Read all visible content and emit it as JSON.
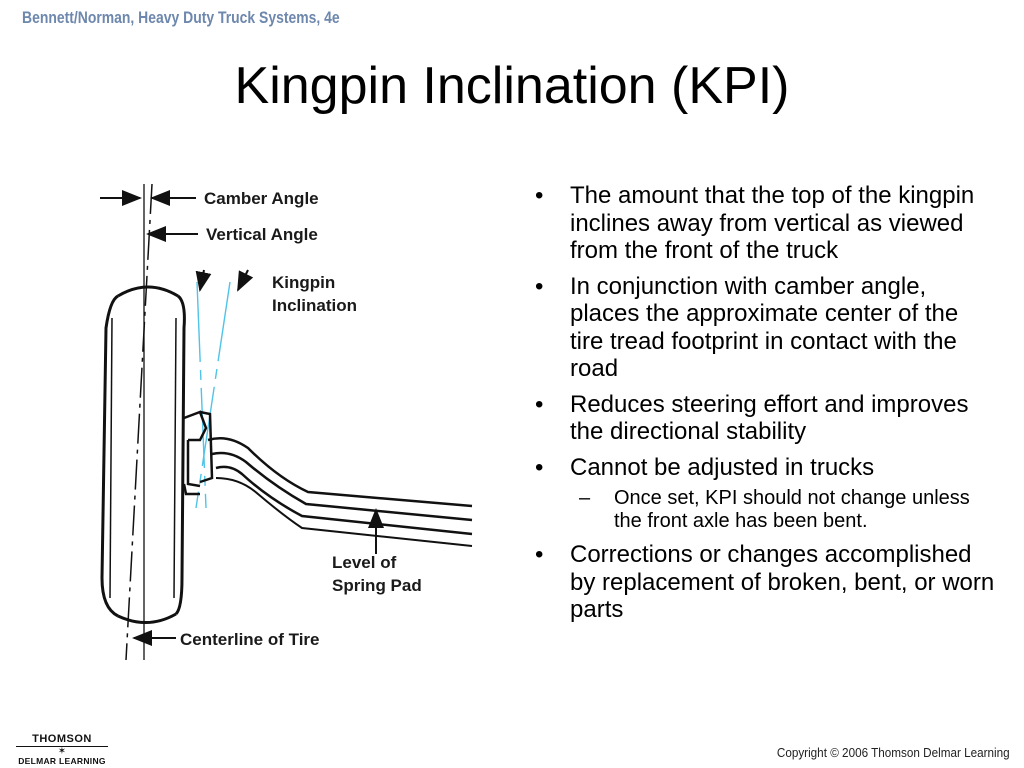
{
  "header": {
    "text": "Bennett/Norman, Heavy Duty Truck Systems, 4e"
  },
  "title": "Kingpin Inclination (KPI)",
  "diagram": {
    "labels": {
      "camber": "Camber Angle",
      "vertical": "Vertical Angle",
      "kpi_line1": "Kingpin",
      "kpi_line2": "Inclination",
      "level_line1": "Level of",
      "level_line2": "Spring Pad",
      "centerline": "Centerline of Tire"
    },
    "colors": {
      "kingpin_lines": "#4fc3e8",
      "ink": "#111111"
    }
  },
  "bullets": [
    {
      "text": "The amount that the top of the kingpin inclines away from vertical as viewed from the front of the truck"
    },
    {
      "text": "In conjunction with camber angle, places the approximate center of the tire tread footprint in contact with the road"
    },
    {
      "text": "Reduces steering effort and improves the directional stability"
    },
    {
      "text": "Cannot be adjusted in trucks",
      "sub": "Once set, KPI should not change unless the front axle has been bent."
    },
    {
      "text": "Corrections or changes accomplished by replacement of broken, bent, or worn parts"
    }
  ],
  "footer": {
    "logo_top": "THOMSON",
    "logo_star": "✶",
    "logo_bottom": "DELMAR LEARNING",
    "copyright": "Copyright © 2006 Thomson Delmar Learning"
  }
}
